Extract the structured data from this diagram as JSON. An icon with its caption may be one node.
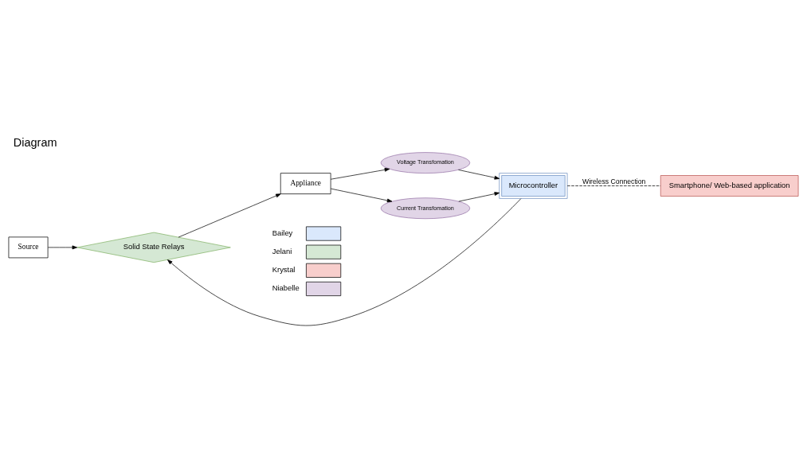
{
  "diagram": {
    "title": "Diagram",
    "nodes": [
      {
        "text": [
          "Source"
        ]
      },
      {
        "text": [
          "Solid State Relays"
        ]
      },
      {
        "text": [
          "Appliance"
        ]
      },
      {
        "text": [
          "Voltage Transfomation"
        ]
      },
      {
        "text": [
          "Current Transfomation"
        ]
      },
      {
        "text": [
          "Microcontroller"
        ]
      },
      {
        "text": [
          "Smartphone/ Web-based application"
        ]
      }
    ],
    "edges": [
      {
        "from": 0,
        "to": 1,
        "arrow": "to"
      },
      {
        "from": 1,
        "to": 2,
        "arrow": "to"
      },
      {
        "from": 2,
        "to": 3,
        "arrow": "to"
      },
      {
        "from": 2,
        "to": 4,
        "arrow": "to"
      },
      {
        "from": 3,
        "to": 5,
        "arrow": "to"
      },
      {
        "from": 4,
        "to": 5,
        "arrow": "to"
      },
      {
        "from": 5,
        "to": 1,
        "arrow": "to"
      },
      {
        "from": 5,
        "to": 6,
        "arrow": "none",
        "style": "dashed",
        "label": "Wireless Connection"
      }
    ],
    "legend": [
      {
        "text": "Bailey",
        "color": "#dae8fc"
      },
      {
        "text": "Jelani",
        "color": "#d5e8d4"
      },
      {
        "text": "Krystal",
        "color": "#f8cecc"
      },
      {
        "text": "Niabelle",
        "color": "#e1d5e7"
      }
    ]
  }
}
